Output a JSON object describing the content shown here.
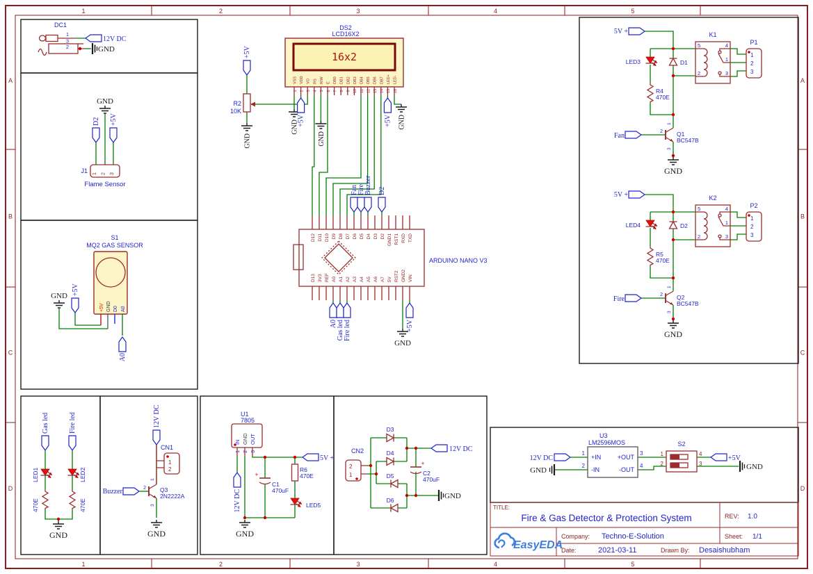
{
  "frame": {
    "columns": [
      "1",
      "2",
      "3",
      "4",
      "5"
    ],
    "rows": [
      "A",
      "B",
      "C",
      "D"
    ]
  },
  "nets": {
    "gnd": "GND",
    "p5v": "+5V",
    "v5p": "5V +",
    "v12": "12V DC",
    "a0": "A0",
    "d2": "D2",
    "fan": "Fan",
    "fire": "Fire",
    "buzzer": "Buzzer",
    "gas_led": "Gas led",
    "fire_led": "Fire led"
  },
  "colors": {
    "wire_green": "#007d00",
    "symbol_red": "#9b2c2c",
    "net_blue": "#2323cc",
    "frame_red": "#8b1a1a",
    "fill_yellow": "#fdf5c5",
    "logo_blue": "#3f7de0"
  },
  "dc1": {
    "ref": "DC1",
    "pin_nums": [
      "1",
      "3",
      "2"
    ]
  },
  "flame_sensor": {
    "ref": "J1",
    "label": "Flame Sensor",
    "pin_nums": [
      "1",
      "2",
      "3"
    ]
  },
  "gas_sensor": {
    "ref": "S1",
    "label": "MQ2 GAS SENSOR",
    "pins": [
      "+5V",
      "GND",
      "D0",
      "A0"
    ]
  },
  "led_indicators": {
    "led1": "LED1",
    "led2": "LED2",
    "r1": "470E",
    "r2": "470E"
  },
  "buzzer_driver": {
    "conn": "CN1",
    "conn_pins": [
      "1",
      "2"
    ],
    "q": "Q3",
    "q_part": "2N2222A",
    "q_pins": [
      "1",
      "2",
      "3"
    ]
  },
  "regulator": {
    "ref": "U1",
    "part": "7805",
    "pins": [
      "IN",
      "GND",
      "OUT"
    ],
    "pin_nums": [
      "1",
      "2",
      "3"
    ],
    "cap": "C1",
    "cap_val": "470uF",
    "res": "R6",
    "res_val": "470E",
    "led": "LED5",
    "plus": "+"
  },
  "rectifier": {
    "conn": "CN2",
    "conn_pins": [
      "2",
      "1"
    ],
    "d3": "D3",
    "d4": "D4",
    "d5": "D5",
    "d6": "D6",
    "cap": "C2",
    "cap_val": "470uF",
    "plus": "+"
  },
  "lcd": {
    "ref": "DS2",
    "part": "LCD16X2",
    "display": "16x2",
    "pins": [
      "VSS",
      "VDD",
      "VO",
      "RS",
      "R/W",
      "E",
      "DB0",
      "DB1",
      "DB2",
      "DB3",
      "DB4",
      "DB5",
      "DB6",
      "DB7",
      "LED+",
      "LED-"
    ],
    "pin_nums": [
      "1",
      "2",
      "3",
      "4",
      "5",
      "6",
      "7",
      "8",
      "9",
      "10",
      "11",
      "12",
      "13",
      "14",
      "15",
      "16"
    ]
  },
  "pot": {
    "ref": "R2",
    "val": "10K"
  },
  "arduino": {
    "label": "ARDUINO NANO V3",
    "pins_top": [
      "D12",
      "D11",
      "D10",
      "D9",
      "D8",
      "D7",
      "D6",
      "D5",
      "D4",
      "D3",
      "D2",
      "GND1",
      "RST1",
      "RXD",
      "TXD"
    ],
    "pins_bottom": [
      "D13",
      "3V3",
      "REF",
      "A0",
      "A1",
      "A2",
      "A3",
      "A4",
      "A5",
      "A6",
      "A7",
      "5V",
      "RST2",
      "GND2",
      "VIN"
    ]
  },
  "relay1": {
    "relay": "K1",
    "relay_pins": [
      "5",
      "2",
      "4",
      "1",
      "3"
    ],
    "conn": "P1",
    "conn_pins": [
      "1",
      "2",
      "3"
    ],
    "led": "LED3",
    "diode": "D1",
    "res": "R4",
    "res_val": "470E",
    "q": "Q1",
    "q_part": "BC547B",
    "q_pins": [
      "1",
      "2",
      "3"
    ]
  },
  "relay2": {
    "relay": "K2",
    "relay_pins": [
      "5",
      "2",
      "4",
      "1",
      "3"
    ],
    "conn": "P2",
    "conn_pins": [
      "1",
      "2",
      "3"
    ],
    "led": "LED4",
    "diode": "D2",
    "res": "R5",
    "res_val": "470E",
    "q": "Q2",
    "q_part": "BC547B",
    "q_pins": [
      "1",
      "2",
      "3"
    ]
  },
  "buck": {
    "ref": "U3",
    "part": "LM2596MOS",
    "pin_in_p": "+IN",
    "pin_in_n": "-IN",
    "pin_out_p": "+OUT",
    "pin_out_n": "-OUT",
    "pin_nums": [
      "1",
      "2",
      "3",
      "4"
    ],
    "switch": "S2",
    "switch_pins": [
      "1",
      "2",
      "4",
      "3"
    ]
  },
  "title_block": {
    "title_label": "TITLE:",
    "title": "Fire & Gas Detector & Protection System",
    "rev_label": "REV:",
    "rev": "1.0",
    "company_label": "Company:",
    "company": "Techno-E-Solution",
    "sheet_label": "Sheet:",
    "sheet": "1/1",
    "date_label": "Date:",
    "date": "2021-03-11",
    "drawn_by_label": "Drawn By:",
    "drawn_by": "Desaishubham",
    "logo_text": "EasyEDA"
  }
}
